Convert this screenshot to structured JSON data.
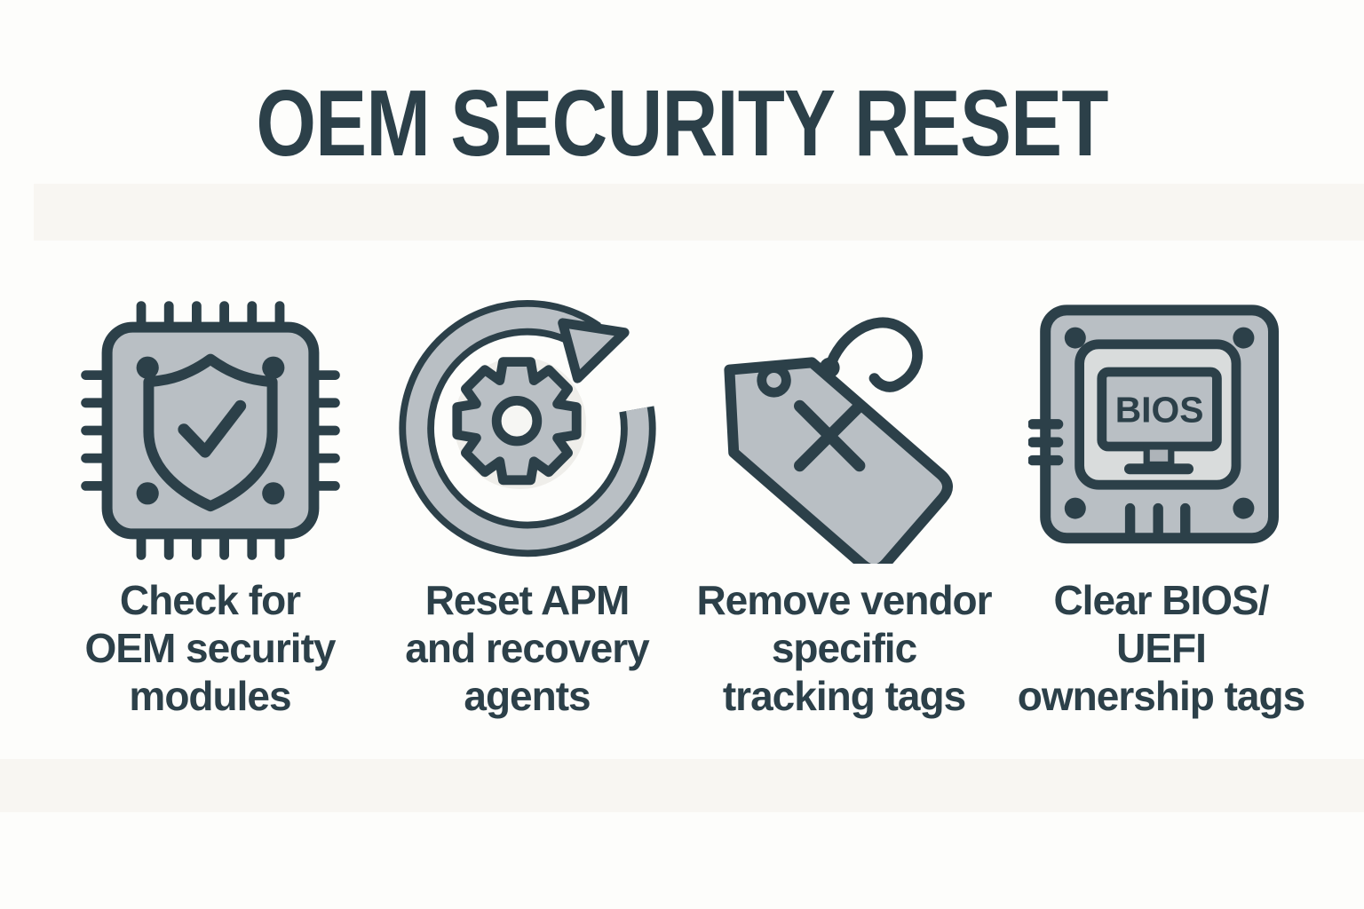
{
  "title": "OEM SECURITY RESET",
  "colors": {
    "ink": "#2c4049",
    "icon_fill_gray": "#b9bfc4",
    "panel_light_gray": "#d9dcdc",
    "hub_white": "#f6f6f3",
    "background": "#fdfdfb",
    "band": "#f8f6f2"
  },
  "steps": [
    {
      "icon": "security-chip-icon",
      "lines": [
        "Check for",
        "OEM security",
        "modules"
      ]
    },
    {
      "icon": "reset-gear-icon",
      "lines": [
        "Reset APM",
        "and recovery",
        "agents"
      ]
    },
    {
      "icon": "tag-x-icon",
      "lines": [
        "Remove vendor",
        "specific",
        "tracking tags"
      ]
    },
    {
      "icon": "bios-chip-icon",
      "icon_label": "BIOS",
      "lines": [
        "Clear BIOS/",
        "UEFI",
        "ownership tags"
      ]
    }
  ]
}
